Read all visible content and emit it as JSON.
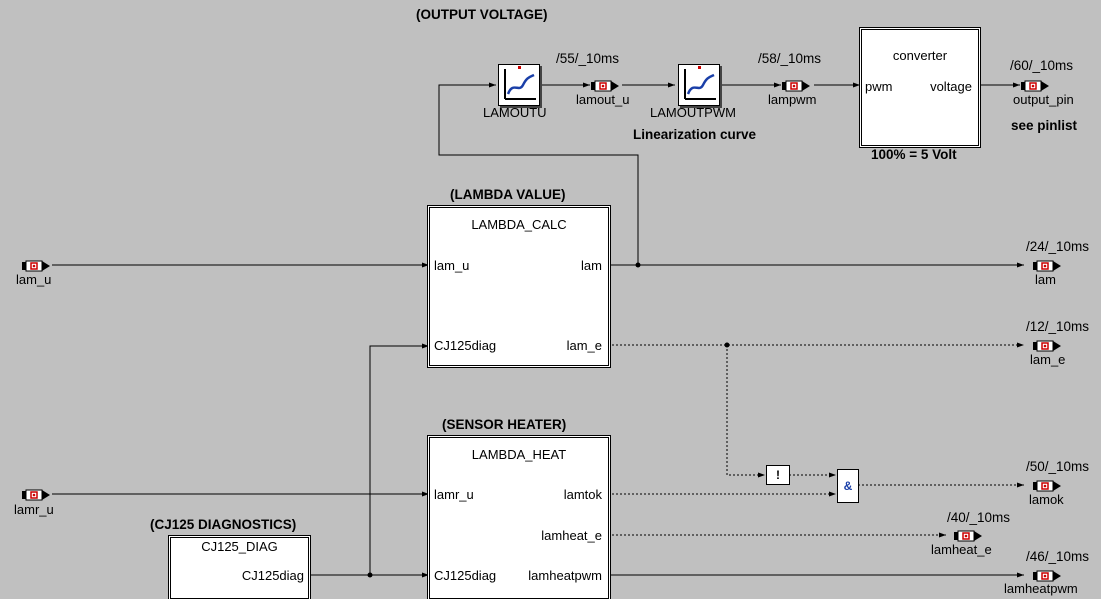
{
  "sections": {
    "output_voltage": "(OUTPUT VOLTAGE)",
    "lambda_value": "(LAMBDA VALUE)",
    "sensor_heater": "(SENSOR HEATER)",
    "cj125_diagnostics": "(CJ125 DIAGNOSTICS)"
  },
  "blocks": {
    "lambda_calc": {
      "title": "LAMBDA_CALC",
      "in1": "lam_u",
      "in2": "CJ125diag",
      "out1": "lam",
      "out2": "lam_e"
    },
    "lambda_heat": {
      "title": "LAMBDA_HEAT",
      "in1": "lamr_u",
      "in2": "CJ125diag",
      "out1": "lamtok",
      "out2": "lamheat_e",
      "out3": "lamheatpwm"
    },
    "cj125_diag": {
      "title": "CJ125_DIAG",
      "out1": "CJ125diag"
    },
    "converter": {
      "title": "converter",
      "in1": "pwm",
      "out1": "voltage",
      "note": "100% = 5 Volt"
    }
  },
  "lookups": {
    "lamoutu": "LAMOUTU",
    "lamoutpwm": "LAMOUTPWM",
    "curve_caption": "Linearization curve"
  },
  "gates": {
    "not": "!",
    "and": "&"
  },
  "ports": {
    "input_lam_u": "lam_u",
    "input_lamr_u": "lamr_u",
    "inter_lamout_u": {
      "rate": "/55/_10ms",
      "name": "lamout_u"
    },
    "inter_lampwm": {
      "rate": "/58/_10ms",
      "name": "lampwm"
    },
    "output_pin": {
      "rate": "/60/_10ms",
      "name": "output_pin",
      "note": "see pinlist"
    },
    "out_lam": {
      "rate": "/24/_10ms",
      "name": "lam"
    },
    "out_lam_e": {
      "rate": "/12/_10ms",
      "name": "lam_e"
    },
    "out_lamok": {
      "rate": "/50/_10ms",
      "name": "lamok"
    },
    "out_lamheat_e": {
      "rate": "/40/_10ms",
      "name": "lamheat_e"
    },
    "out_lamheatpwm": {
      "rate": "/46/_10ms",
      "name": "lamheatpwm"
    }
  },
  "colors": {
    "background": "#c0c0c0",
    "port_red": "#cc0000",
    "curve_blue": "#1a3fa8"
  }
}
